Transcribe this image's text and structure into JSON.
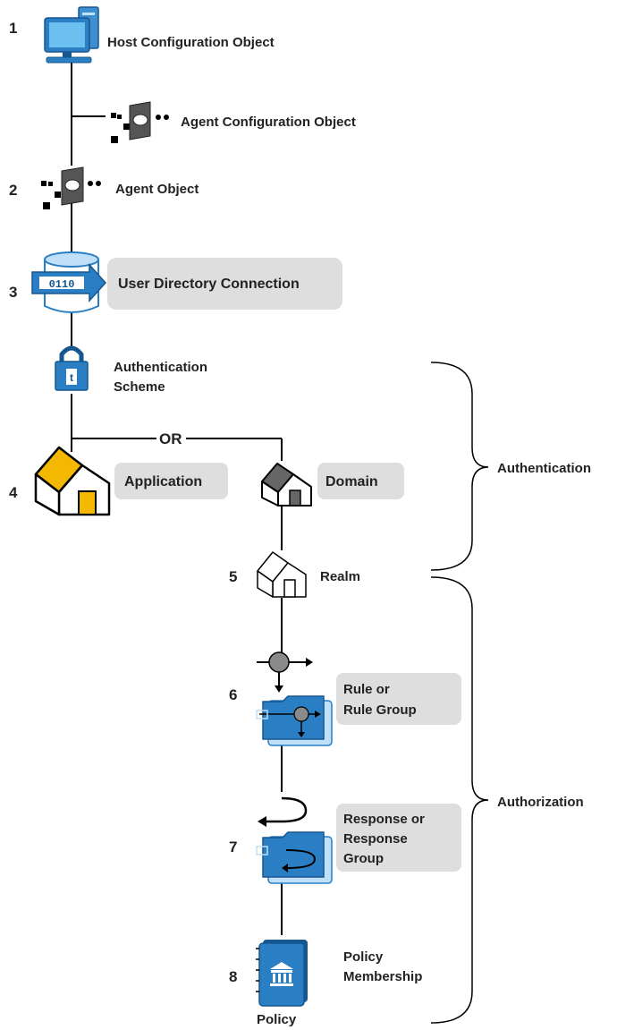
{
  "steps": {
    "s1": "1",
    "s2": "2",
    "s3": "3",
    "s4": "4",
    "s5": "5",
    "s6": "6",
    "s7": "7",
    "s8": "8"
  },
  "labels": {
    "host_config": "Host Configuration Object",
    "agent_config": "Agent Configuration Object",
    "agent_object": "Agent Object",
    "user_directory": "User Directory Connection",
    "auth_scheme_line1": "Authentication",
    "auth_scheme_line2": "Scheme",
    "or": "OR",
    "application": "Application",
    "domain": "Domain",
    "realm": "Realm",
    "rule_line1": "Rule or",
    "rule_line2": "Rule Group",
    "response_line1": "Response or",
    "response_line2": "Response",
    "response_line3": "Group",
    "policy_membership_line1": "Policy",
    "policy_membership_line2": "Membership",
    "policy": "Policy"
  },
  "brackets": {
    "authentication": "Authentication",
    "authorization": "Authorization"
  },
  "colors": {
    "line": "#000000",
    "box_fill": "#dedede",
    "blue": "#2a7fc4",
    "blue_dark": "#17578f",
    "yellow": "#f5b800",
    "gray_roof": "#666666"
  }
}
